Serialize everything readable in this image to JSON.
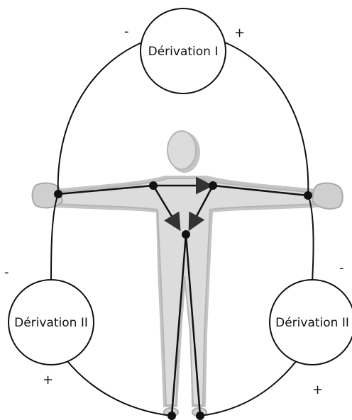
{
  "leads": {
    "lead_1": {
      "label": "Dérivation I",
      "neg": "-",
      "pos": "+"
    },
    "lead_2": {
      "label": "Dérivation II",
      "neg": "-",
      "pos": "+"
    },
    "lead_3": {
      "label": "Dérivation II",
      "neg": "-",
      "pos": "+"
    }
  },
  "colors": {
    "line": "#111111",
    "body_light": "#d9d9d9",
    "body_mid": "#bdbdbd",
    "body_dark": "#a6a6a6",
    "arrow": "#333333"
  },
  "icons": {
    "figure": "human-body-silhouette",
    "electrode": "electrode-dot"
  }
}
